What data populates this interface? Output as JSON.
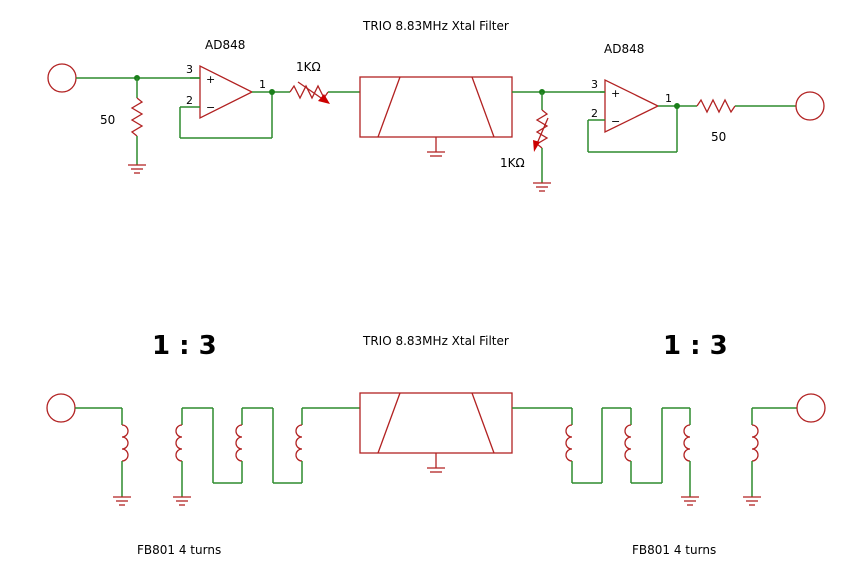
{
  "top": {
    "filter_title": "TRIO 8.83MHz Xtal Filter",
    "opamp1_label": "AD848",
    "opamp2_label": "AD848",
    "resistor_in_label": "50",
    "resistor_out_label": "50",
    "pot1_label": "1KΩ",
    "pot2_label": "1KΩ",
    "pins": {
      "p3": "3",
      "p2": "2",
      "p1": "1",
      "plus": "+",
      "minus": "−"
    }
  },
  "bottom": {
    "filter_title": "TRIO 8.83MHz Xtal Filter",
    "ratio_left": "1 : 3",
    "ratio_right": "1 : 3",
    "core_left": "FB801 4 turns",
    "core_right": "FB801 4 turns"
  },
  "colors": {
    "wire": "#2e8b2e",
    "component": "#b22222",
    "node": "#1a7f1a",
    "pot_arrow": "#cc0000",
    "text": "#000000"
  }
}
